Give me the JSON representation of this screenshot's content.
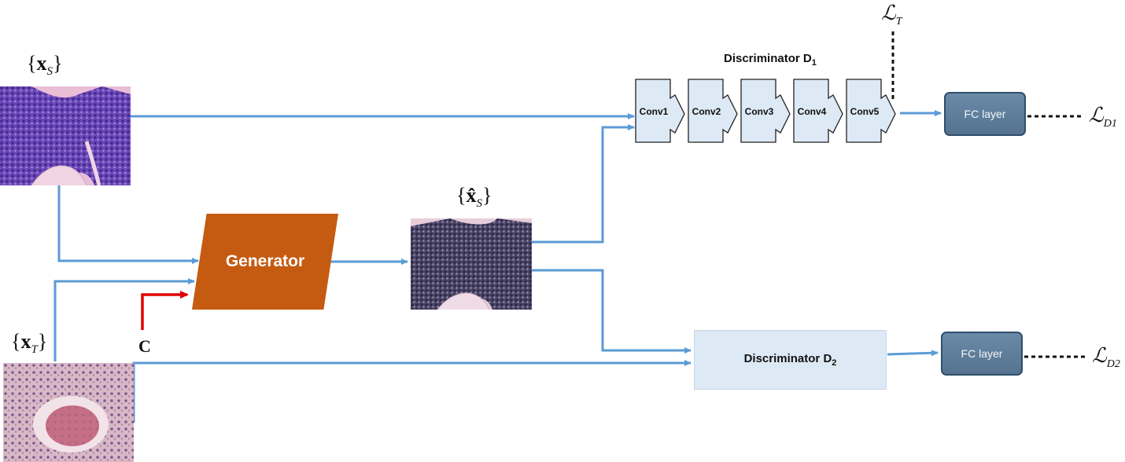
{
  "inputs": {
    "source": {
      "brace_open": "{",
      "var": "x",
      "sub": "S",
      "brace_close": "}"
    },
    "target": {
      "brace_open": "{",
      "var": "x",
      "sub": "T",
      "brace_close": "}"
    },
    "generated": {
      "brace_open": "{",
      "var": "x̂",
      "sub": "S",
      "brace_close": "}"
    }
  },
  "generator": {
    "label": "Generator"
  },
  "condition": {
    "label": "C"
  },
  "discriminator1": {
    "title": "Discriminator D",
    "title_sub": "1",
    "layers": [
      "Conv1",
      "Conv2",
      "Conv3",
      "Conv4",
      "Conv5"
    ]
  },
  "discriminator2": {
    "title": "Discriminator D",
    "title_sub": "2"
  },
  "fc1": {
    "label": "FC layer"
  },
  "fc2": {
    "label": "FC layer"
  },
  "losses": {
    "lt": {
      "symbol": "ℒ",
      "sub": "T"
    },
    "ld1": {
      "symbol": "ℒ",
      "sub": "D1"
    },
    "ld2": {
      "symbol": "ℒ",
      "sub": "D2"
    }
  },
  "colors": {
    "arrow": "#5b9bd5",
    "condition_arrow": "#e00000",
    "generator": "#c55a11",
    "conv_fill": "#dde9f5",
    "disc2_fill": "#dde9f5",
    "fc_fill": "#5f7f9c"
  }
}
